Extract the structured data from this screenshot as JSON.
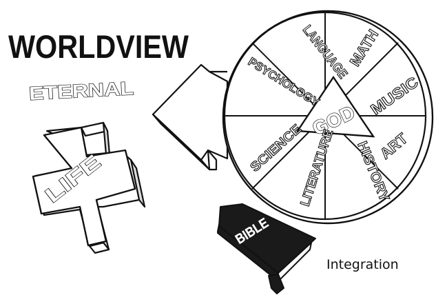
{
  "title": "WORLDVIEW",
  "eternal": "ETERNAL",
  "cross_label": "LIFE",
  "center": "GOD",
  "segments": {
    "language": "LANGUAGE",
    "math": "MATH",
    "music": "MUSIC",
    "art": "ART",
    "history": "HISTORY",
    "literature": "LITERATURE",
    "science": "SCIENCE",
    "psychology": "PSYCHOLOGY"
  },
  "book_label": "BIBLE",
  "caption": "Integration",
  "colors": {
    "ink": "#111111",
    "paper": "#ffffff",
    "book": "#1a1a1a"
  }
}
